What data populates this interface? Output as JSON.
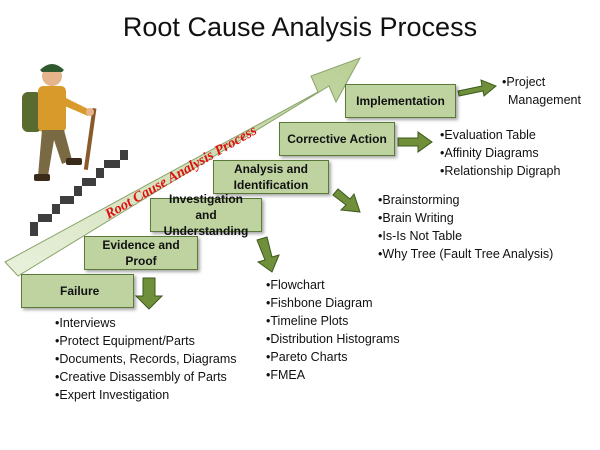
{
  "title": "Root Cause Analysis Process",
  "ramp_label": "Root Cause Analysis Process",
  "steps": [
    {
      "label": "Failure"
    },
    {
      "label": "Evidence and Proof"
    },
    {
      "label": "Investigation and Understanding"
    },
    {
      "label": "Analysis  and Identification"
    },
    {
      "label": "Corrective Action"
    },
    {
      "label": "Implementation"
    }
  ],
  "lists": {
    "failure": [
      "•Interviews",
      "•Protect Equipment/Parts",
      "•Documents, Records, Diagrams",
      "•Creative Disassembly of Parts",
      "•Expert Investigation"
    ],
    "investigation": [
      "•Flowchart",
      "•Fishbone Diagram",
      "•Timeline Plots",
      "•Distribution Histograms",
      "•Pareto Charts",
      "•FMEA"
    ],
    "analysis": [
      "•Brainstorming",
      "•Brain Writing",
      "•Is-Is Not Table",
      "•Why Tree (Fault Tree Analysis)"
    ],
    "corrective": [
      "•Evaluation Table",
      "•Affinity Diagrams",
      "•Relationship Digraph"
    ],
    "implementation": [
      "•Project",
      "Management"
    ]
  },
  "colors": {
    "box_fill": "#bed3a0",
    "box_border": "#5b7a3a",
    "arrow_fill": "#6f8f3a",
    "ramp_fill": "#cfdfb4",
    "ramp_text": "#e01010",
    "burst": "#e01010"
  },
  "icons": [
    "hiker-icon",
    "burst-icon"
  ]
}
